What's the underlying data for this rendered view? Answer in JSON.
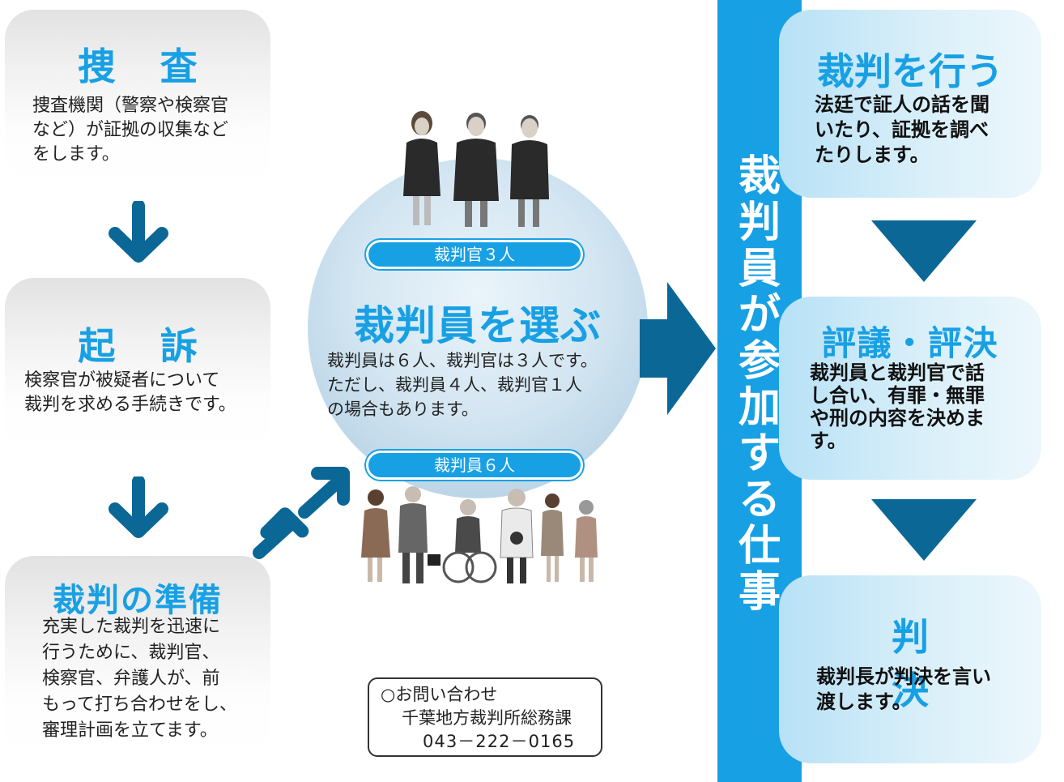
{
  "colors": {
    "accent": "#18a0e4",
    "arrow": "#0b6796",
    "gray_box": "#e6e6e6",
    "right_box": "#c8e8f8",
    "circle": "#c6dcec"
  },
  "steps": {
    "investigation": {
      "title": "捜査",
      "desc_lines": [
        "捜査機関（警察や検察官",
        "など）が証拠の収集など",
        "をします。"
      ]
    },
    "indictment": {
      "title": "起訴",
      "desc_lines": [
        "検察官が被疑者について",
        "裁判を求める手続きです。"
      ]
    },
    "preparation": {
      "title": "裁判の準備",
      "desc_lines": [
        "充実した裁判を迅速に",
        "行うために、裁判官、",
        "検察官、弁護人が、前",
        "もって打ち合わせをし、",
        "審理計画を立てます。"
      ]
    }
  },
  "selection": {
    "judges_label": "裁判官３人",
    "jurors_label": "裁判員６人",
    "title": "裁判員を選ぶ",
    "desc_lines": [
      "裁判員は６人、裁判官は３人です。",
      "ただし、裁判員４人、裁判官１人",
      "の場合もあります。"
    ]
  },
  "vertical_banner": [
    "裁",
    "判",
    "員",
    "が",
    "参",
    "加",
    "す",
    "る",
    "仕",
    "事"
  ],
  "juror_tasks": {
    "trial": {
      "title": "裁判を行う",
      "desc_lines": [
        "法廷で証人の話を聞",
        "いたり、証拠を調べ",
        "たりします。"
      ]
    },
    "deliberation": {
      "title": "評議・評決",
      "desc_lines": [
        "裁判員と裁判官で話",
        "し合い、有罪・無罪",
        "や刑の内容を決めま",
        "す。"
      ]
    },
    "judgment": {
      "title": "判決",
      "desc_lines": [
        "裁判長が判決を言い",
        "渡します。"
      ]
    }
  },
  "contact": {
    "line1": "○お問い合わせ",
    "line2": "千葉地方裁判所総務課",
    "line3": "043－222－0165"
  },
  "icons": {
    "judges_figure": "three-judges-illustration",
    "jurors_figure": "six-citizens-illustration"
  }
}
